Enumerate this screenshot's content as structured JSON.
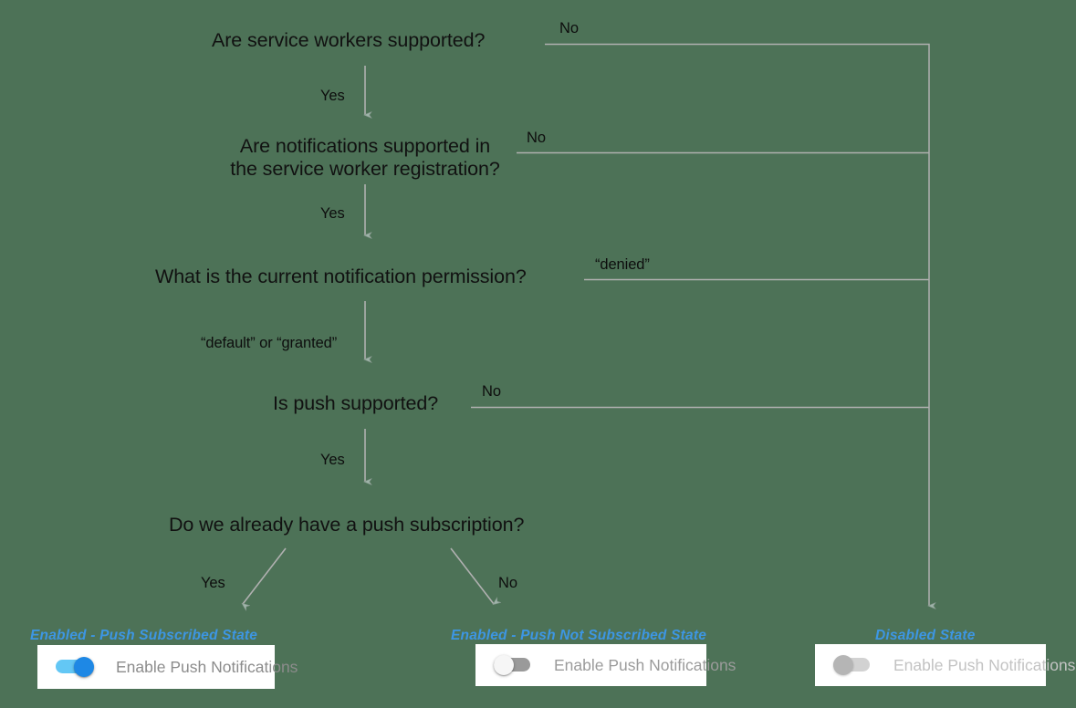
{
  "diagram": {
    "background_color": "#4d7257",
    "connector_color": "#b0b0b0",
    "node_text_color": "#111111",
    "state_label_color": "#3d96e3"
  },
  "nodes": [
    {
      "id": "service-workers",
      "text": "Are service workers supported?"
    },
    {
      "id": "notifications-sw",
      "line1": "Are notifications supported in",
      "line2": "the service worker registration?"
    },
    {
      "id": "notification-perm",
      "text": "What is the current notification permission?"
    },
    {
      "id": "push-supported",
      "text": "Is push supported?"
    },
    {
      "id": "push-subscription",
      "text": "Do we already have a push subscription?"
    }
  ],
  "edge_labels": {
    "sw_no": "No",
    "sw_yes": "Yes",
    "notif_no": "No",
    "notif_yes": "Yes",
    "perm_denied": "“denied”",
    "perm_default_granted": "“default” or “granted”",
    "push_no": "No",
    "push_yes": "Yes",
    "sub_yes": "Yes",
    "sub_no": "No"
  },
  "outcomes": [
    {
      "id": "enabled-push-subscribed",
      "state_label": "Enabled - Push Subscribed State",
      "toggle_label": "Enable Push Notifications",
      "toggle_state": "on"
    },
    {
      "id": "enabled-push-not-subscribed",
      "state_label": "Enabled - Push Not Subscribed State",
      "toggle_label": "Enable Push Notifications",
      "toggle_state": "off"
    },
    {
      "id": "disabled",
      "state_label": "Disabled State",
      "toggle_label": "Enable Push Notifications",
      "toggle_state": "disabled"
    }
  ]
}
